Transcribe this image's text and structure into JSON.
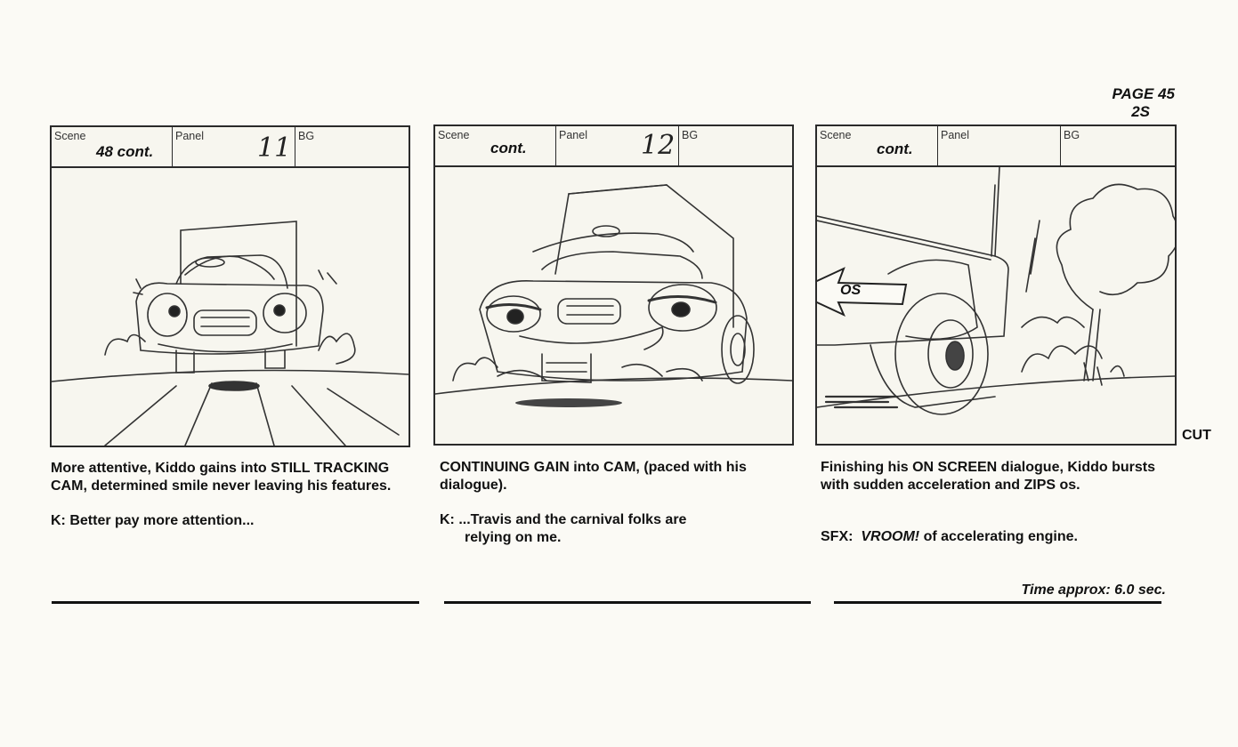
{
  "page": {
    "number": "PAGE 45",
    "sub": "2S"
  },
  "header_labels": {
    "scene": "Scene",
    "panel": "Panel",
    "bg": "BG"
  },
  "panels": [
    {
      "scene": "48 cont.",
      "panel": "11",
      "desc": "More attentive, Kiddo gains into STILL TRACKING CAM, determined smile never leaving his features.",
      "dialogue": "K: Better pay more attention..."
    },
    {
      "scene": "cont.",
      "panel": "12",
      "desc": "CONTINUING GAIN into CAM, (paced with his dialogue).",
      "dialogue_line1": "K: ...Travis and the carnival folks are",
      "dialogue_line2": "relying on me."
    },
    {
      "scene": "cont.",
      "panel": "",
      "desc": "Finishing his ON SCREEN dialogue, Kiddo bursts with sudden acceleration and ZIPS os.",
      "sfx_label": "SFX:",
      "sfx_word": "VROOM!",
      "sfx_rest": "of accelerating engine.",
      "arrow_label": "OS"
    }
  ],
  "transition": "CUT",
  "timing": "Time approx:  6.0 sec."
}
